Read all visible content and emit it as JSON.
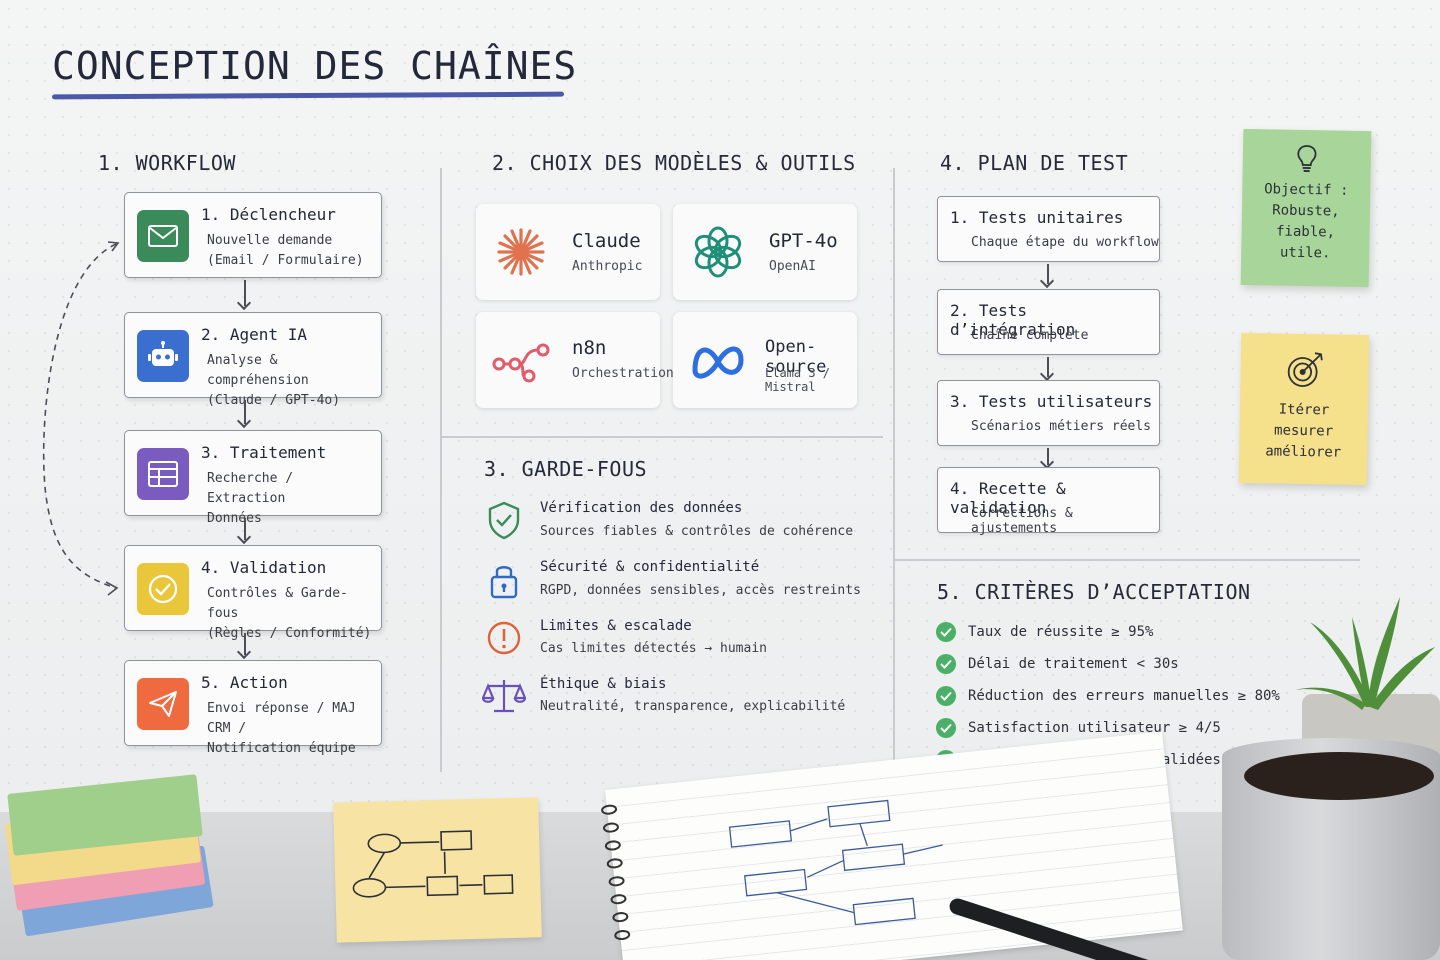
{
  "title": "CONCEPTION DES CHAÎNES",
  "workflow": {
    "heading": "1. WORKFLOW",
    "steps": [
      {
        "title": "1. Déclencheur",
        "desc1": "Nouvelle demande",
        "desc2": "(Email / Formulaire)",
        "color": "#3b8a5a",
        "icon": "envelope-icon"
      },
      {
        "title": "2. Agent IA",
        "desc1": "Analyse & compréhension",
        "desc2": "(Claude / GPT-4o)",
        "color": "#3a6fcf",
        "icon": "robot-icon"
      },
      {
        "title": "3. Traitement",
        "desc1": "Recherche / Extraction",
        "desc2": "Données",
        "color": "#7a5cc0",
        "icon": "table-icon"
      },
      {
        "title": "4. Validation",
        "desc1": "Contrôles & Garde-fous",
        "desc2": "(Règles / Conformité)",
        "color": "#e9c63a",
        "icon": "check-circle-icon"
      },
      {
        "title": "5. Action",
        "desc1": "Envoi réponse / MAJ CRM /",
        "desc2": "Notification équipe",
        "color": "#ef6a3f",
        "icon": "paper-plane-icon"
      }
    ]
  },
  "models": {
    "heading": "2. CHOIX DES MODÈLES & OUTILS",
    "items": [
      {
        "name": "Claude",
        "sub": "Anthropic",
        "icon": "claude-sunburst-icon",
        "color": "#e0734f"
      },
      {
        "name": "GPT-4o",
        "sub": "OpenAI",
        "icon": "openai-knot-icon",
        "color": "#1f8f7a"
      },
      {
        "name": "n8n",
        "sub": "Orchestration",
        "icon": "n8n-nodes-icon",
        "color": "#e35b6b"
      },
      {
        "name": "Open-source",
        "sub": "Llama 3 / Mistral",
        "icon": "meta-infinity-icon",
        "color": "#2d6fe0"
      }
    ]
  },
  "guardrails": {
    "heading": "3. GARDE-FOUS",
    "items": [
      {
        "title": "Vérification des données",
        "desc": "Sources fiables & contrôles de cohérence",
        "icon": "shield-check-icon",
        "color": "#3b8a5a"
      },
      {
        "title": "Sécurité & confidentialité",
        "desc": "RGPD, données sensibles, accès restreints",
        "icon": "lock-icon",
        "color": "#2f6bc4"
      },
      {
        "title": "Limites & escalade",
        "desc": "Cas limites détectés → humain",
        "icon": "warning-circle-icon",
        "color": "#e0623a"
      },
      {
        "title": "Éthique & biais",
        "desc": "Neutralité, transparence, explicabilité",
        "icon": "scales-icon",
        "color": "#6a52b5"
      }
    ]
  },
  "test_plan": {
    "heading": "4. PLAN DE TEST",
    "items": [
      {
        "title": "1. Tests unitaires",
        "desc": "Chaque étape du workflow"
      },
      {
        "title": "2. Tests d’intégration",
        "desc": "Chaîne complète"
      },
      {
        "title": "3. Tests utilisateurs",
        "desc": "Scénarios métiers réels"
      },
      {
        "title": "4. Recette & validation",
        "desc": "Corrections & ajustements"
      }
    ]
  },
  "criteria": {
    "heading": "5. CRITÈRES D’ACCEPTATION",
    "items": [
      "Taux de réussite ≥ 95%",
      "Délai de traitement < 30s",
      "Réduction des erreurs manuelles ≥ 80%",
      "Satisfaction utilisateur ≥ 4/5",
      "Conformité & sécurité validées"
    ]
  },
  "sticky_notes": [
    {
      "lines": [
        "Objectif :",
        "Robuste,",
        "fiable,",
        "utile."
      ],
      "color": "#a8d69a",
      "icon": "lightbulb-icon"
    },
    {
      "lines": [
        "Itérer",
        "mesurer",
        "améliorer"
      ],
      "color": "#f5e08c",
      "icon": "target-icon"
    }
  ],
  "colors": {
    "title_underline": "#4b5aa8",
    "check": "#4caf68"
  }
}
